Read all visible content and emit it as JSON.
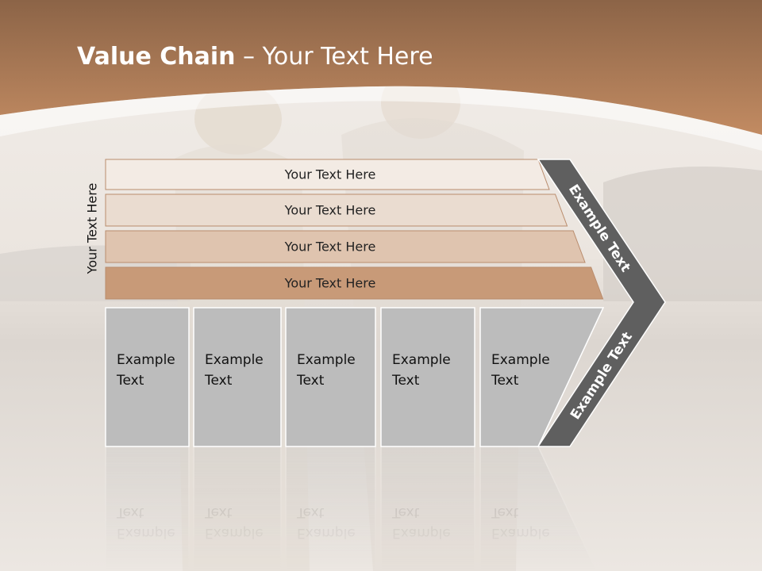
{
  "title": {
    "bold": "Value Chain",
    "rest": " – Your Text Here"
  },
  "side_label": "Your Text Here",
  "bars": [
    {
      "label": "Your Text Here",
      "fill": "#f3ebe4"
    },
    {
      "label": "Your Text Here",
      "fill": "#eadcd0"
    },
    {
      "label": "Your Text Here",
      "fill": "#dfc4af"
    },
    {
      "label": "Your Text Here",
      "fill": "#c89a78"
    }
  ],
  "columns": [
    {
      "line1": "Example",
      "line2": "Text"
    },
    {
      "line1": "Example",
      "line2": "Text"
    },
    {
      "line1": "Example",
      "line2": "Text"
    },
    {
      "line1": "Example",
      "line2": "Text"
    },
    {
      "line1": "Example",
      "line2": "Text"
    }
  ],
  "chevron_top_label": "Example Text",
  "chevron_bottom_label": "Example Text",
  "colors": {
    "header": "#b27d57",
    "column_fill": "#bcbcbc",
    "chevron_fill": "#5f5f5f"
  }
}
